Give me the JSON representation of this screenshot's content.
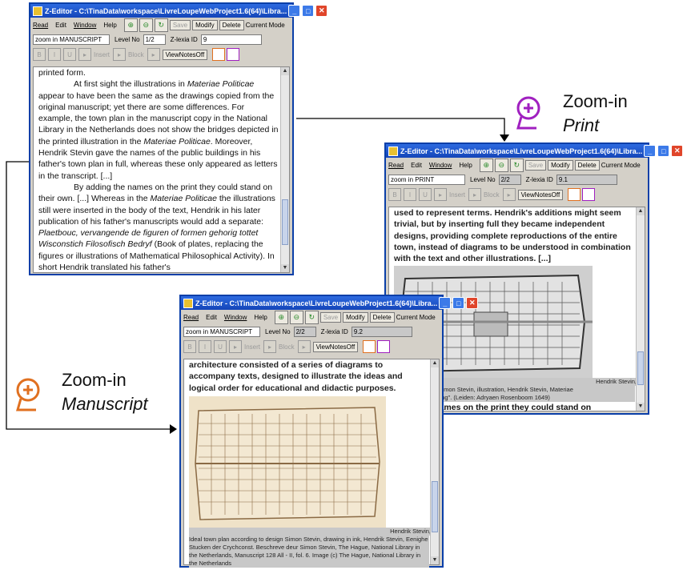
{
  "window_title": "Z-Editor - C:\\TinaData\\workspace\\LivreLoupeWebProject1.6(64)\\Libra...",
  "menu": {
    "read": "Read",
    "edit": "Edit",
    "window": "Window",
    "help": "Help"
  },
  "buttons": {
    "save": "Save",
    "modify": "Modify",
    "delete": "Delete",
    "current_mode": "Current Mode",
    "insert": "Insert",
    "block": "Block",
    "view_notes": "ViewNotesOff",
    "bold": "B",
    "italic": "I",
    "underline": "U"
  },
  "labels": {
    "level_no": "Level No",
    "zlexia_id": "Z-lexia ID"
  },
  "win1": {
    "mode": "zoom in MANUSCRIPT",
    "level": "1/2",
    "zid": "9",
    "text_first": "printed form.",
    "para1_pre": "At first sight the illustrations in ",
    "para1_it1": "Materiae Politicae",
    "para1_mid": " appear to have been the same as the drawings copied from the original manuscript; yet there are some differences. For example, the town plan in the manuscript copy in the National Library in the Netherlands does not show the bridges depicted in the printed illustration in the ",
    "para1_it2": "Materiae Politicae",
    "para1_post": ".  Moreover, Hendrik Stevin gave the names of the public buildings in his father's town plan in full, whereas these only appeared as letters in the transcript. [...]",
    "para2_pre": "By adding the names on the print they could stand on their own.  [...] Whereas in the ",
    "para2_it1": "Materiae Politicae",
    "para2_mid": " the illustrations still were inserted in the body of the text, Hendrik in his later publication of his father's manuscripts would add a separate: ",
    "para2_it2": "Plaetbouc, vervangende de figuren of formen gehorig tottet Wisconstich Filosofisch Bedryf",
    "para2_post": " (Book of plates, replacing the figures or illustrations of Mathematical Philosophical Activity). In short Hendrik translated his father's"
  },
  "win2": {
    "mode": "zoom in PRINT",
    "level": "2/2",
    "zid": "9.1",
    "text_top": "used to represent terms.  Hendrik's additions might seem trivial, but by inserting full they became independent designs, providing complete reproductions of the entire town, instead of diagrams to be understood in combination with the text and other illustrations. [...]",
    "cap1": "Hendrik  Stevin,",
    "cap2": "ording to design Simon Stevin, illustration, Hendrik Stevin, Materiae",
    "cap3": "der Stedenoirdening\". (Leiden: Adryaen Rosenboom 1649)",
    "text_bottom": "dding the names on the print they could stand on"
  },
  "win3": {
    "mode": "zoom in MANUSCRIPT",
    "level": "2/2",
    "zid": "9.2",
    "text_top": "architecture consisted of a series of diagrams to accompany texts, designed to illustrate the ideas and logical order for educational and didactic purposes.",
    "cap1": "Hendrik  Stevin,",
    "cap2": "Ideal town plan according to design Simon Stevin, drawing in ink, Hendrik Stevin, Eenighe Stucken der Crychconst. Beschreve deur Simon Stevin, The Hague, National Library in the Netherlands, Manuscript 128 All - II, fol. 6. Image (c) The Hague, National Library in the Netherlands"
  },
  "annotations": {
    "print_line1": "Zoom-in",
    "print_line2": "Print",
    "ms_line1": "Zoom-in",
    "ms_line2": "Manuscript"
  },
  "colors": {
    "titlebar": "#1445b8",
    "print_icon": "#a020c0",
    "manuscript_icon": "#e07020"
  }
}
